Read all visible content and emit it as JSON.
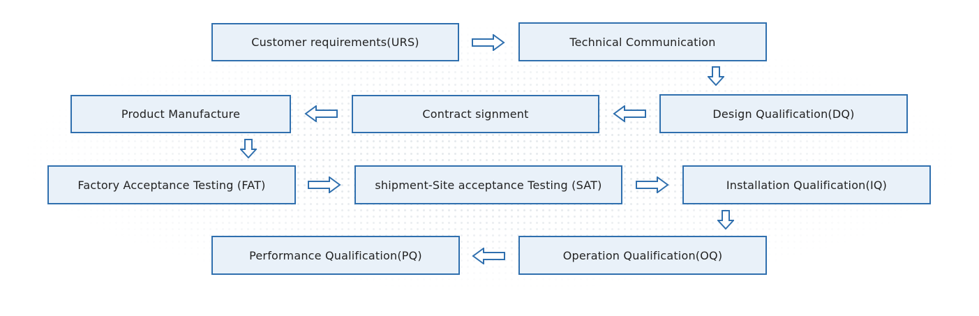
{
  "steps": [
    {
      "id": "urs",
      "label": "Customer requirements(URS)"
    },
    {
      "id": "tech",
      "label": "Technical Communication"
    },
    {
      "id": "dq",
      "label": "Design Qualification(DQ)"
    },
    {
      "id": "contract",
      "label": "Contract signment"
    },
    {
      "id": "manufacture",
      "label": "Product Manufacture"
    },
    {
      "id": "fat",
      "label": "Factory Acceptance Testing (FAT)"
    },
    {
      "id": "sat",
      "label": "shipment-Site acceptance Testing (SAT)"
    },
    {
      "id": "iq",
      "label": "Installation Qualification(IQ)"
    },
    {
      "id": "oq",
      "label": "Operation Qualification(OQ)"
    },
    {
      "id": "pq",
      "label": "Performance Qualification(PQ)"
    }
  ],
  "colors": {
    "border": "#2f6fae",
    "fill": "#e9f1f9",
    "arrow_fill": "#ffffff"
  }
}
